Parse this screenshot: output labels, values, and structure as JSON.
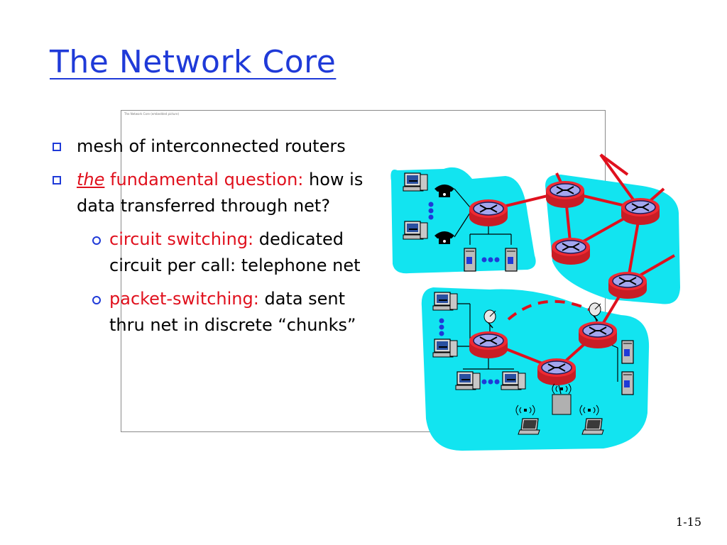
{
  "slide": {
    "title": "The Network Core",
    "embed_caption": "The Network Core (embedded picture)",
    "page_number": "1-15",
    "bullets": [
      {
        "text": "mesh of interconnected routers"
      },
      {
        "highlight_prefix": "the",
        "highlight_rest": " fundamental question:",
        "text": " how is data transferred through net?"
      }
    ],
    "sub_bullets": [
      {
        "highlight": "circuit switching:",
        "text": " dedicated circuit per call: telephone net"
      },
      {
        "highlight": "packet-switching:",
        "text": " data sent thru net in discrete “chunks”"
      }
    ]
  },
  "colors": {
    "title": "#1f3ad8",
    "highlight": "#e0101d",
    "cloud": "#12e4f0",
    "link": "#e0101d",
    "router": "#9b9ee8"
  },
  "icons": [
    "router-icon",
    "telephone-icon",
    "computer-icon",
    "server-icon",
    "laptop-icon",
    "satellite-dish-icon",
    "wireless-base-station-icon"
  ]
}
